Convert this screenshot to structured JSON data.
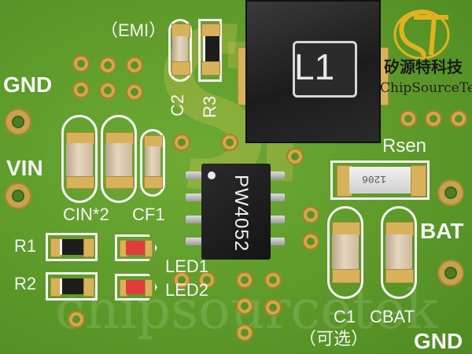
{
  "board": {
    "labels": {
      "gnd_left": "GND",
      "vin": "VIN",
      "emi": "（EMI）",
      "c2": "C2",
      "r3": "R3",
      "inductor": "L1",
      "rsen": "Rsen",
      "rsen_code": "1206",
      "bat": "BAT",
      "gnd_right": "GND",
      "cin": "CIN*2",
      "cf1": "CF1",
      "r1": "R1",
      "r2": "R2",
      "led1": "LED1",
      "led2": "LED2",
      "chip": "PW4052",
      "c1": "C1",
      "cbat": "CBAT",
      "optional": "（可选）"
    },
    "logo": {
      "symbol": "ST",
      "name_cn": "矽源特科技",
      "name_en": "ChipSourceTek"
    },
    "watermark_text": "chipsourcetek",
    "colors": {
      "pcb_green": "#5f9a2c",
      "pad_gold": "#d8b25a",
      "silkscreen": "#f3f3f3",
      "led_red": "#e23b3b",
      "logo_gold": "#e0b21f"
    }
  }
}
